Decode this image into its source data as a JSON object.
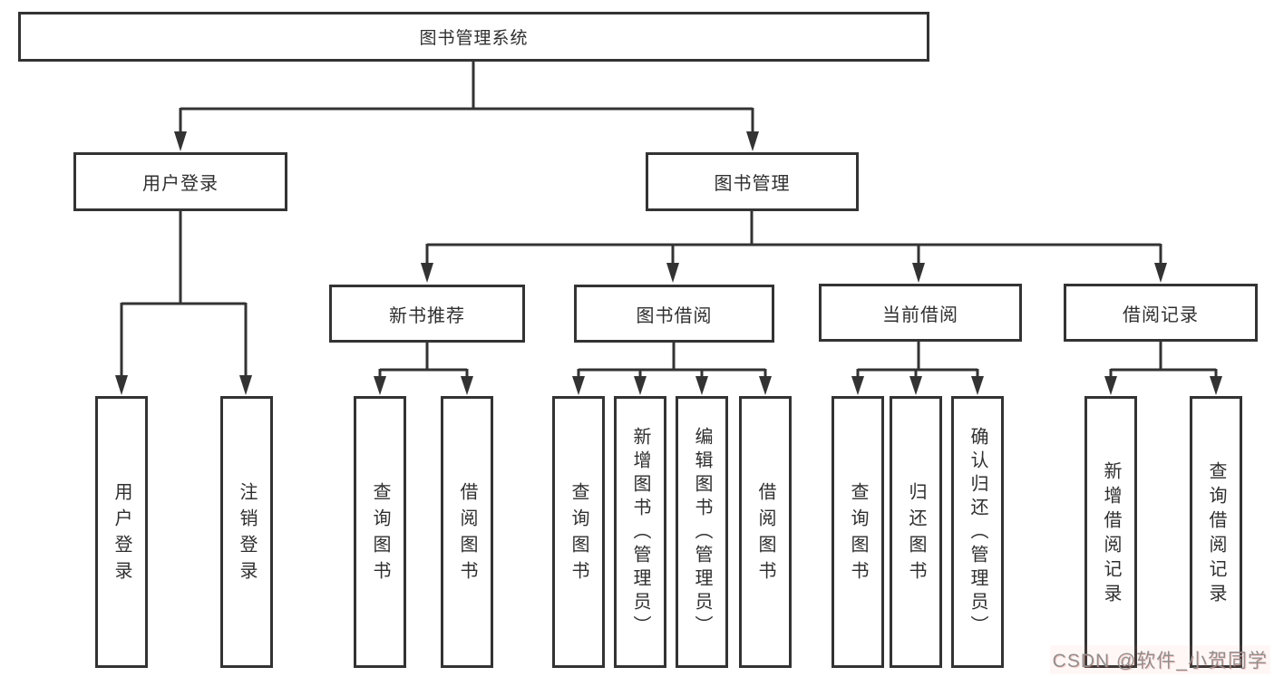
{
  "diagram_type": "hierarchy-diagram",
  "colors": {
    "line": "#333333",
    "box_border": "#333333",
    "box_fill": "#ffffff",
    "text": "#2f2f2f",
    "watermark_text": "#8f8f8f"
  },
  "watermark": {
    "text": "CSDN @软件_小贺同学"
  },
  "tree": {
    "root": {
      "label": "图书管理系统",
      "children": [
        {
          "label": "用户登录",
          "leaves": [
            "用户登录",
            "注销登录"
          ]
        },
        {
          "label": "图书管理",
          "children": [
            {
              "label": "新书推荐",
              "leaves": [
                "查询图书",
                "借阅图书"
              ]
            },
            {
              "label": "图书借阅",
              "leaves": [
                "查询图书",
                "新增图书（管理员）",
                "编辑图书（管理员）",
                "借阅图书"
              ]
            },
            {
              "label": "当前借阅",
              "leaves": [
                "查询图书",
                "归还图书",
                "确认归还（管理员）"
              ]
            },
            {
              "label": "借阅记录",
              "leaves": [
                "新增借阅记录",
                "查询借阅记录"
              ]
            }
          ]
        }
      ]
    }
  }
}
